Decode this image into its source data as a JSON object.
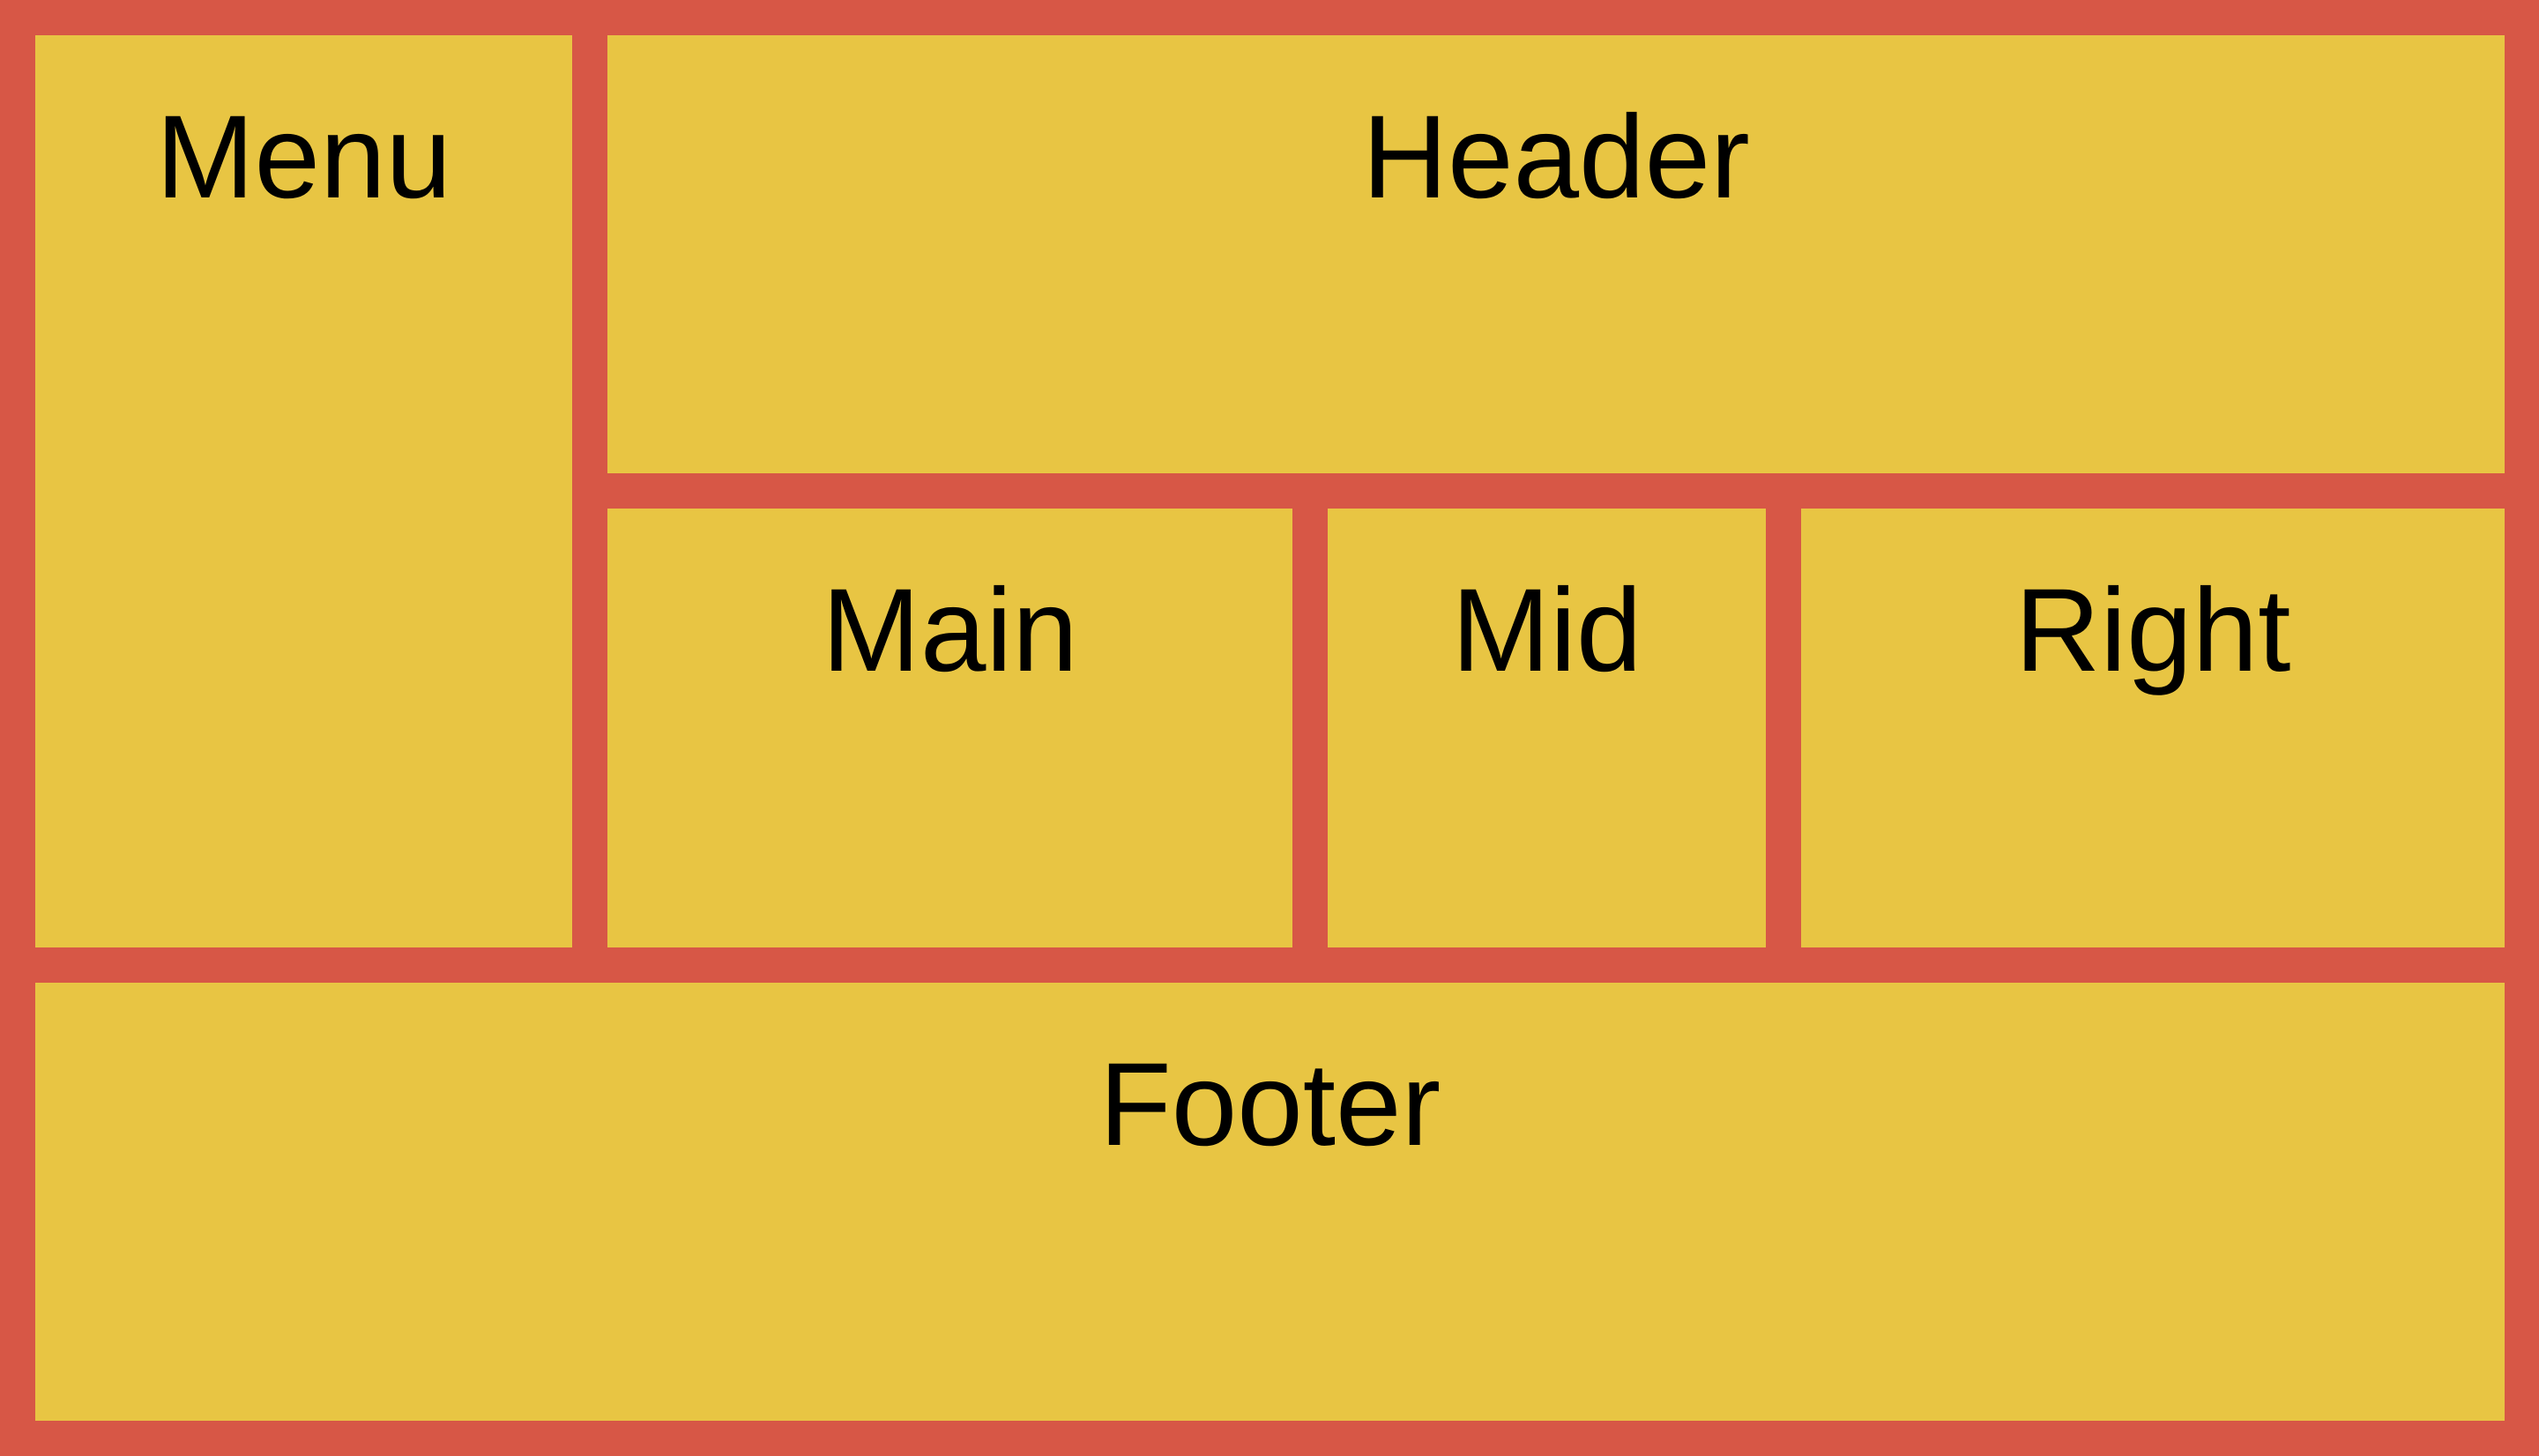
{
  "layout": {
    "menu": "Menu",
    "header": "Header",
    "main": "Main",
    "mid": "Mid",
    "right": "Right",
    "footer": "Footer"
  },
  "colors": {
    "border": "#d75746",
    "panel": "#e8c543",
    "text": "#000000"
  }
}
